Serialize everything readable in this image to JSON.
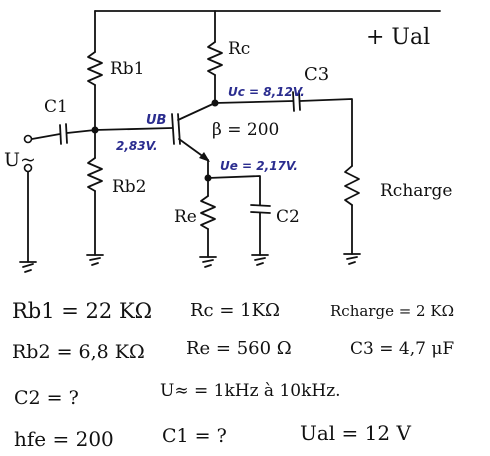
{
  "circuit": {
    "supply_label": "+ Ual",
    "rb1_label": "Rb1",
    "rb2_label": "Rb2",
    "rc_label": "Rc",
    "re_label": "Re",
    "c1_label": "C1",
    "c2_label": "C2",
    "c3_label": "C3",
    "rcharge_label": "Rcharge",
    "input_label": "U~",
    "beta_label": "β = 200",
    "ub_label": "UB",
    "ub_value": "2,83V.",
    "uc_value": "Uc = 8,12V.",
    "ue_value": "Ue = 2,17V."
  },
  "specs": {
    "row1": {
      "rb1": "Rb1 = 22 KΩ",
      "rc": "Rc = 1KΩ",
      "rcharge": "Rcharge = 2 KΩ"
    },
    "row2": {
      "rb2": "Rb2 = 6,8 KΩ",
      "re": "Re = 560 Ω",
      "c3": "C3 = 4,7 μF"
    },
    "row3": {
      "c2": "C2 = ?",
      "u": "U≈ = 1kHz à 10kHz."
    },
    "row4": {
      "hfe": "hfe = 200",
      "c1": "C1 = ?",
      "ual": "Ual = 12 V"
    }
  }
}
